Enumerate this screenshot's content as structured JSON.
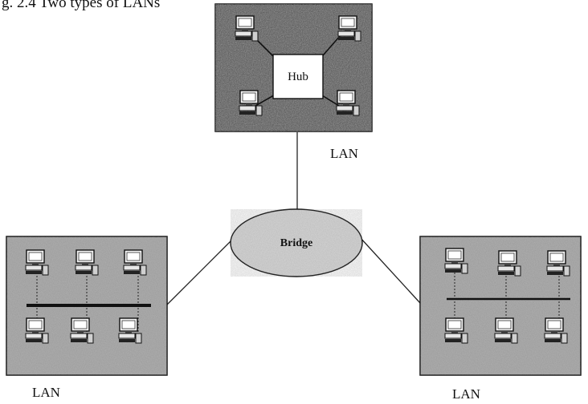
{
  "caption": "g. 2.4 Two types of LANs",
  "hub_label": "Hub",
  "bridge_label": "Bridge",
  "lan_labels": {
    "top": "LAN",
    "left": "LAN",
    "right": "LAN"
  },
  "colors": {
    "panel_dark": "#4a4a4a",
    "panel_light": "#b3b3b3",
    "bridge_fill": "#d9d9d9",
    "line": "#222222",
    "bus": "#111111"
  }
}
